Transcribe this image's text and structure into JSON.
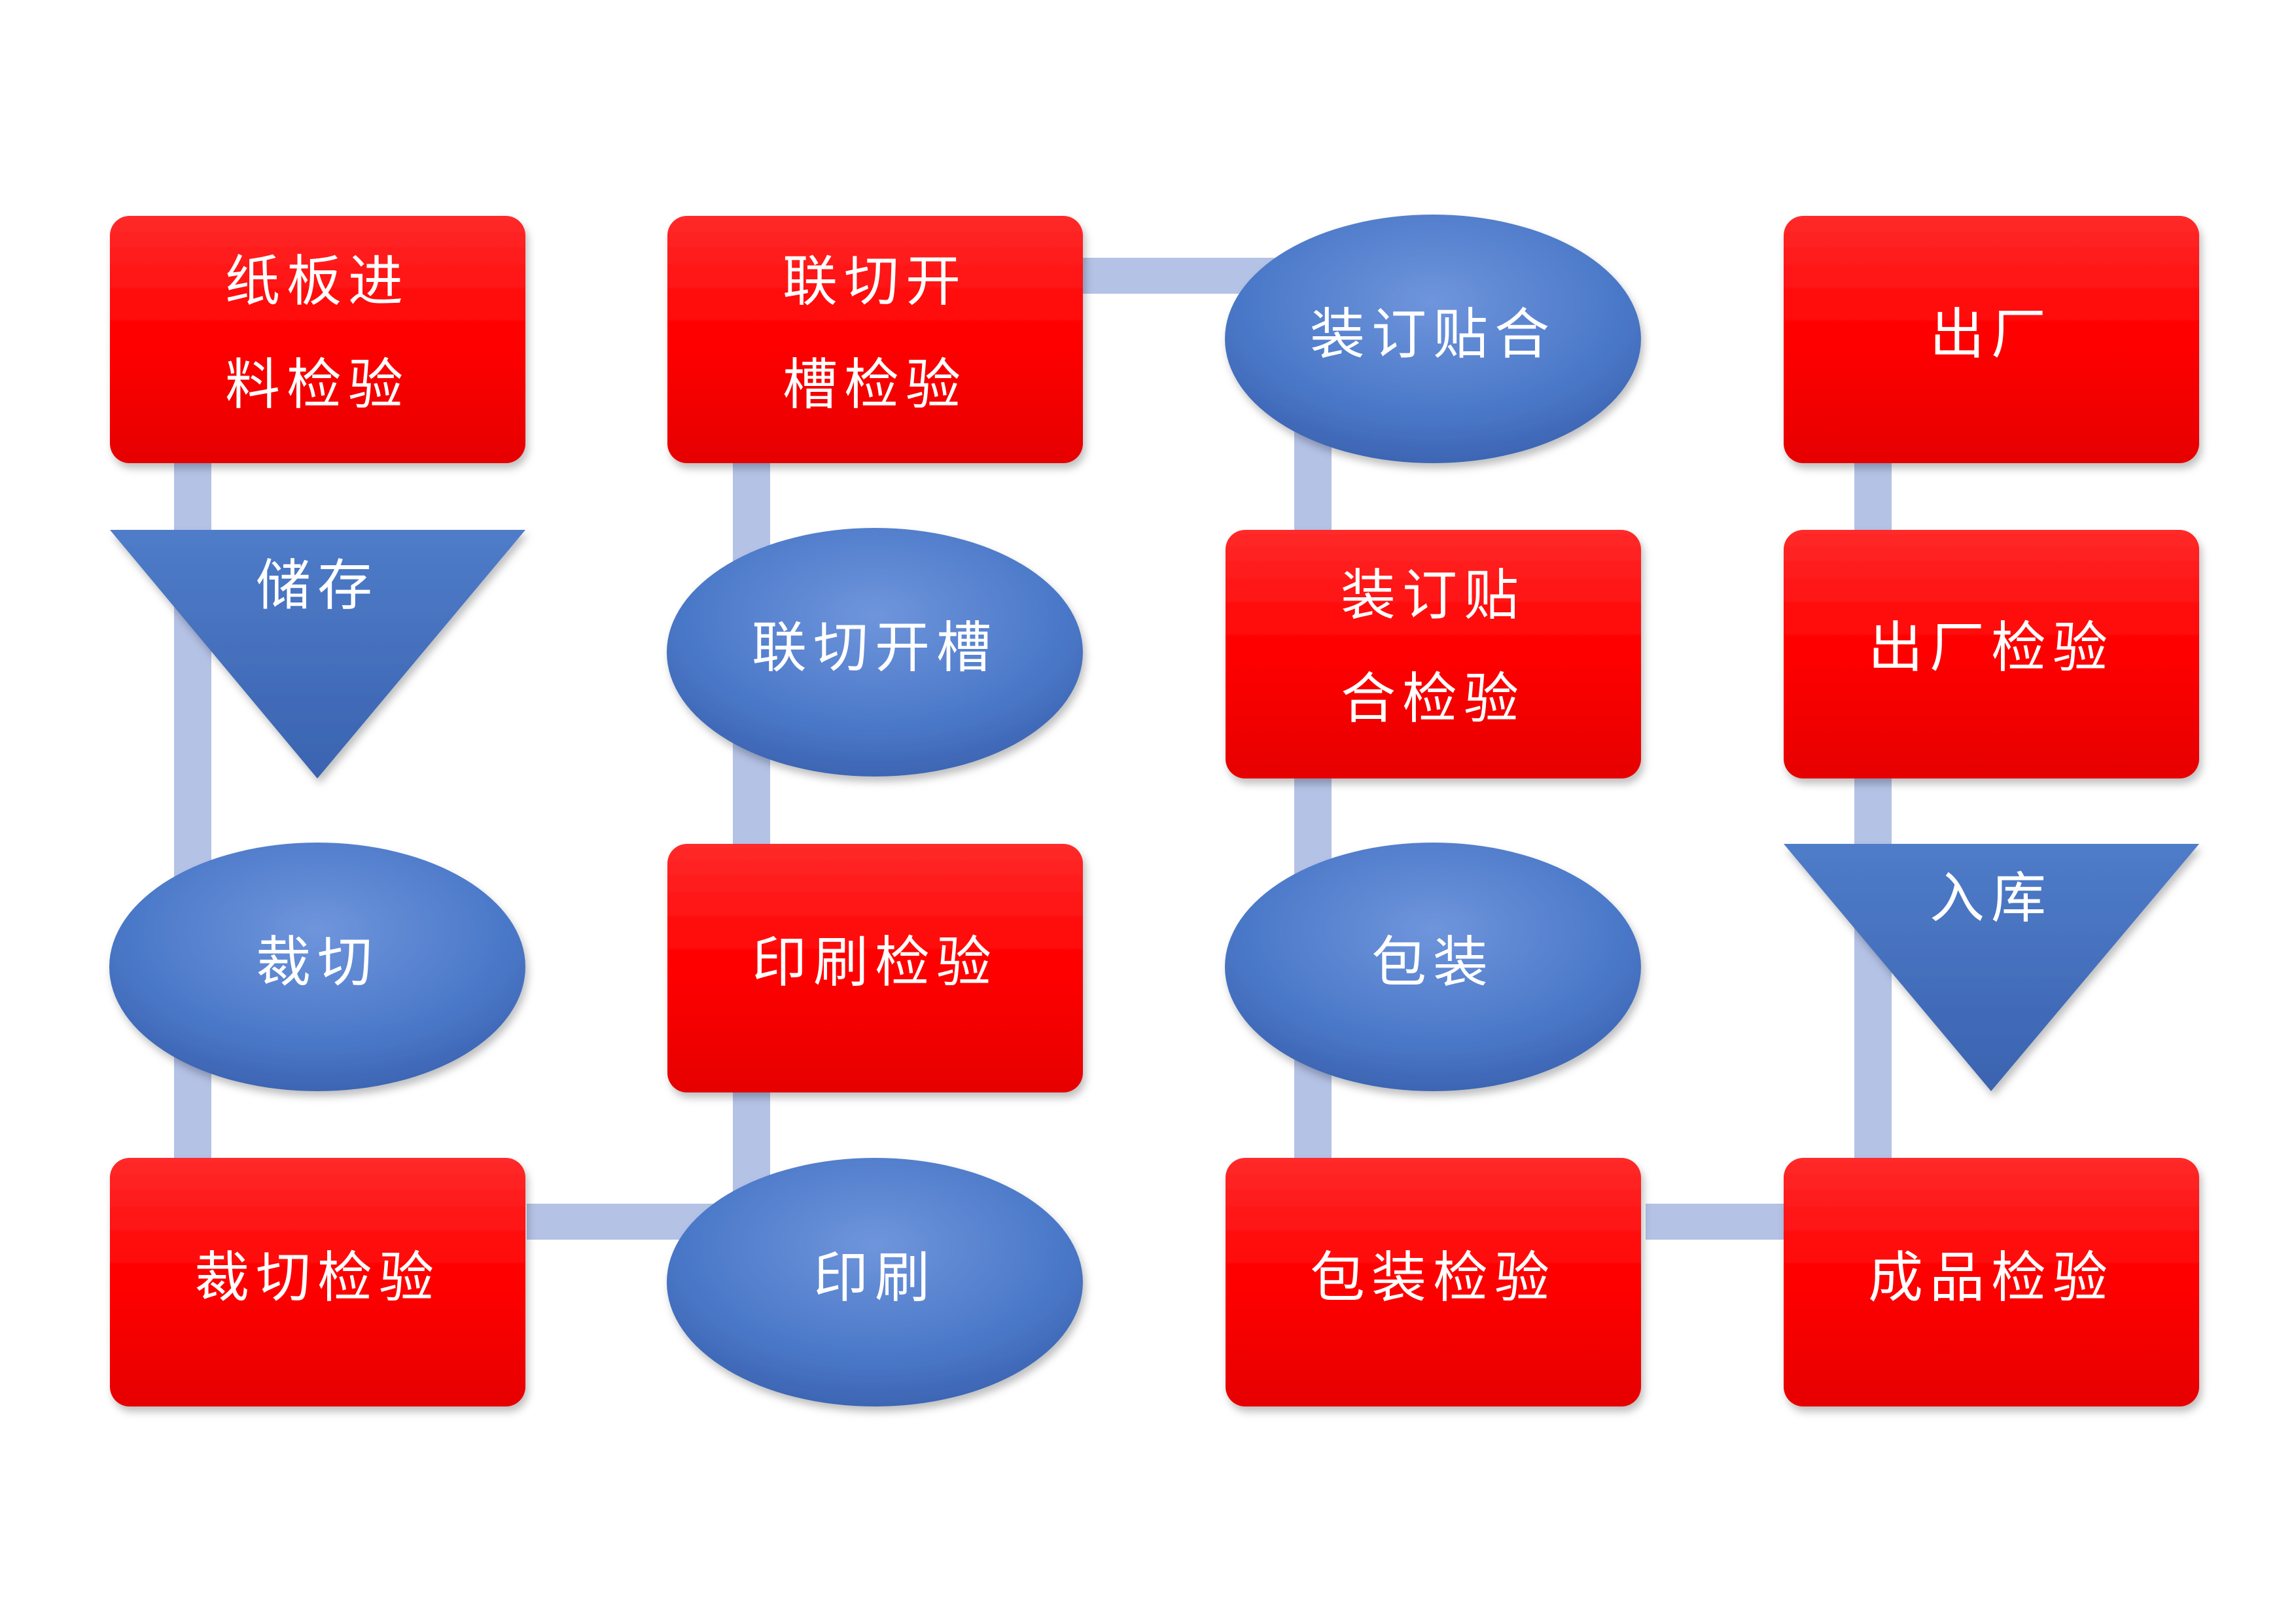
{
  "colors": {
    "inspection_fill": "#ff0000",
    "operation_fill": "#4472c4",
    "storage_fill": "#4472c4",
    "connector": "#b4c2e6",
    "text": "#ffffff"
  },
  "nodes": {
    "board_inspection": {
      "lines": [
        "纸板进",
        "料检验"
      ]
    },
    "storage": {
      "lines": [
        "储存"
      ]
    },
    "cutting": {
      "lines": [
        "裁切"
      ]
    },
    "cutting_inspection": {
      "lines": [
        "裁切检验"
      ]
    },
    "die_cut_inspection": {
      "lines": [
        "联切开",
        "槽检验"
      ]
    },
    "die_cut": {
      "lines": [
        "联切开槽"
      ]
    },
    "print_inspection": {
      "lines": [
        "印刷检验"
      ]
    },
    "printing": {
      "lines": [
        "印刷"
      ]
    },
    "binding": {
      "lines": [
        "装订贴合"
      ]
    },
    "binding_inspection": {
      "lines": [
        "装订贴",
        "合检验"
      ]
    },
    "packing": {
      "lines": [
        "包装"
      ]
    },
    "packing_inspection": {
      "lines": [
        "包装检验"
      ]
    },
    "shipment": {
      "lines": [
        "出厂"
      ]
    },
    "shipment_inspection": {
      "lines": [
        "出厂检验"
      ]
    },
    "warehousing": {
      "lines": [
        "入库"
      ]
    },
    "product_inspection": {
      "lines": [
        "成品检验"
      ]
    }
  }
}
